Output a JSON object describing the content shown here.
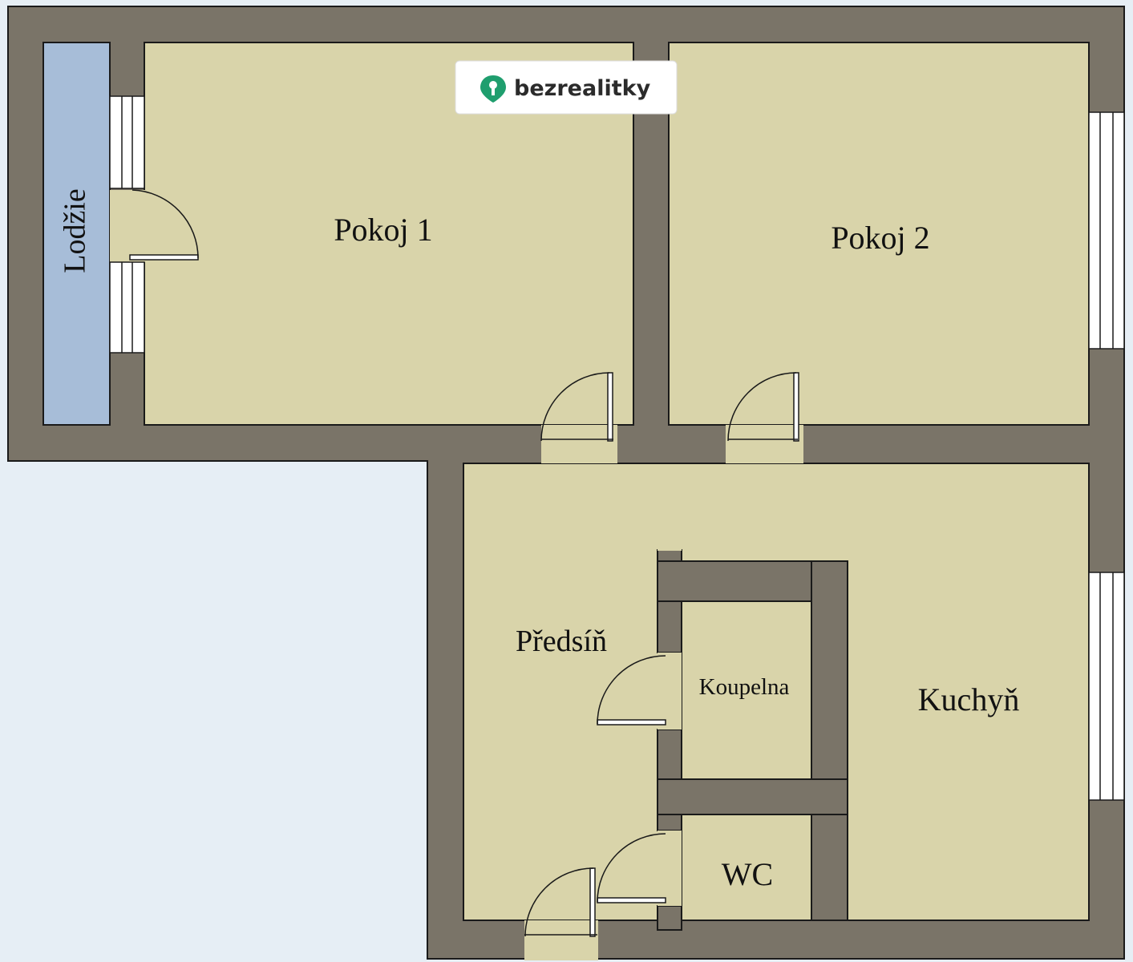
{
  "logo": {
    "brand": "bezrealitky",
    "icon": "key-pin-icon",
    "icon_color": "#1f9e6e"
  },
  "rooms": {
    "lodzie": "Lodžie",
    "pokoj1": "Pokoj 1",
    "pokoj2": "Pokoj 2",
    "predsin": "Předsíň",
    "koupelna": "Koupelna",
    "kuchyn": "Kuchyň",
    "wc": "WC"
  },
  "colors": {
    "background": "#e6eef5",
    "wall": "#7a7468",
    "floor": "#d9d4aa",
    "loggia": "#a7bdd8"
  }
}
